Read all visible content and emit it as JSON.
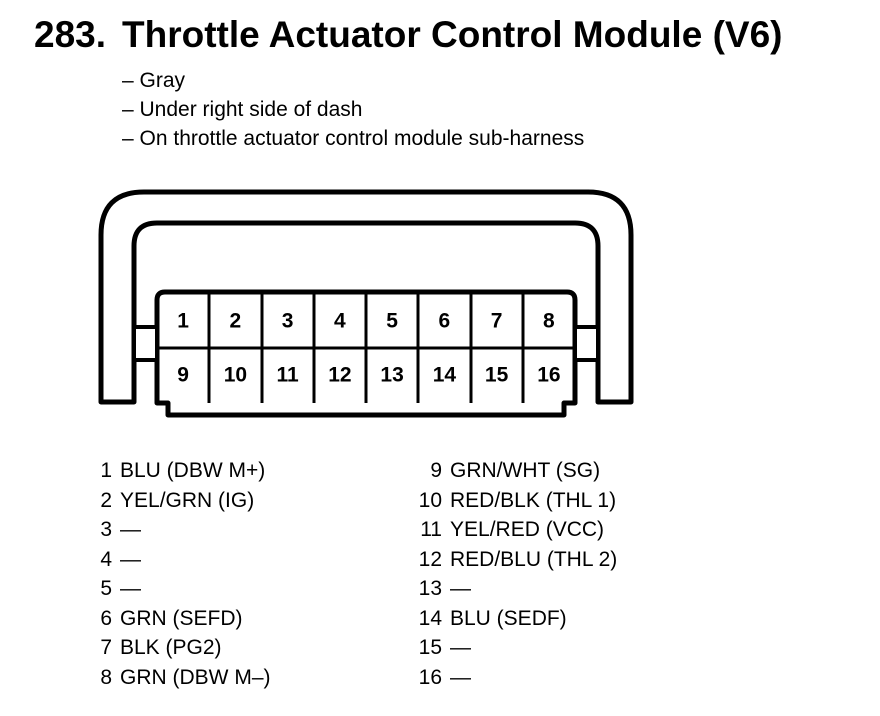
{
  "header": {
    "number": "283.",
    "title": "Throttle Actuator Control Module (V6)"
  },
  "notes": [
    "– Gray",
    "– Under right side of dash",
    "– On throttle actuator control module sub-harness"
  ],
  "connector": {
    "top_row": [
      "1",
      "2",
      "3",
      "4",
      "5",
      "6",
      "7",
      "8"
    ],
    "bottom_row": [
      "9",
      "10",
      "11",
      "12",
      "13",
      "14",
      "15",
      "16"
    ]
  },
  "pins_left": [
    {
      "num": "1",
      "wire": "BLU (DBW M+)"
    },
    {
      "num": "2",
      "wire": "YEL/GRN (IG)"
    },
    {
      "num": "3",
      "wire": "—"
    },
    {
      "num": "4",
      "wire": "—"
    },
    {
      "num": "5",
      "wire": "—"
    },
    {
      "num": "6",
      "wire": "GRN (SEFD)"
    },
    {
      "num": "7",
      "wire": "BLK (PG2)"
    },
    {
      "num": "8",
      "wire": "GRN (DBW M–)"
    }
  ],
  "pins_right": [
    {
      "num": "9",
      "wire": "GRN/WHT (SG)"
    },
    {
      "num": "10",
      "wire": "RED/BLK (THL 1)"
    },
    {
      "num": "11",
      "wire": "YEL/RED (VCC)"
    },
    {
      "num": "12",
      "wire": "RED/BLU (THL 2)"
    },
    {
      "num": "13",
      "wire": "—"
    },
    {
      "num": "14",
      "wire": "BLU (SEDF)"
    },
    {
      "num": "15",
      "wire": "—"
    },
    {
      "num": "16",
      "wire": "—"
    }
  ]
}
